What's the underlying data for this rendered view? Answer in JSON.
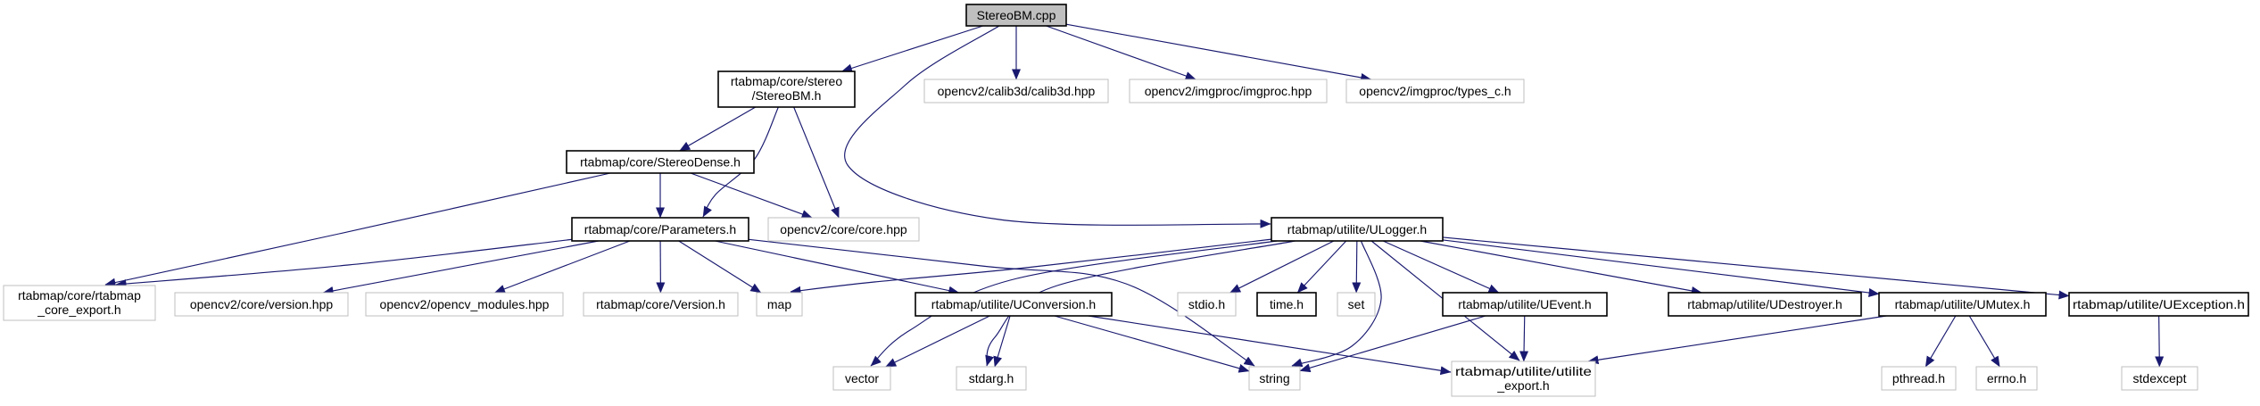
{
  "diagram": {
    "title": "StereoBM.cpp include dependency graph",
    "type": "include-dependency-graph",
    "root": "StereoBM.cpp",
    "colors": {
      "edge": "#191970",
      "root_fill": "#bfbfbf",
      "internal_border": "#000000",
      "leaf_border": "#bfbfbf",
      "background": "#ffffff",
      "text": "#000000"
    },
    "nodes": [
      {
        "id": "stereobm-cpp",
        "lines": [
          "StereoBM.cpp"
        ],
        "kind": "root"
      },
      {
        "id": "stereobm-h",
        "lines": [
          "rtabmap/core/stereo",
          "/StereoBM.h"
        ],
        "kind": "internal"
      },
      {
        "id": "calib3d",
        "lines": [
          "opencv2/calib3d/calib3d.hpp"
        ],
        "kind": "leaf"
      },
      {
        "id": "imgproc",
        "lines": [
          "opencv2/imgproc/imgproc.hpp"
        ],
        "kind": "leaf"
      },
      {
        "id": "types-c",
        "lines": [
          "opencv2/imgproc/types_c.h"
        ],
        "kind": "leaf"
      },
      {
        "id": "stereodense",
        "lines": [
          "rtabmap/core/StereoDense.h"
        ],
        "kind": "internal"
      },
      {
        "id": "parameters",
        "lines": [
          "rtabmap/core/Parameters.h"
        ],
        "kind": "internal"
      },
      {
        "id": "core-hpp",
        "lines": [
          "opencv2/core/core.hpp"
        ],
        "kind": "leaf"
      },
      {
        "id": "ulogger",
        "lines": [
          "rtabmap/utilite/ULogger.h"
        ],
        "kind": "internal"
      },
      {
        "id": "core-export",
        "lines": [
          "rtabmap/core/rtabmap",
          "_core_export.h"
        ],
        "kind": "leaf"
      },
      {
        "id": "version-hpp",
        "lines": [
          "opencv2/core/version.hpp"
        ],
        "kind": "leaf"
      },
      {
        "id": "opencv-modules",
        "lines": [
          "opencv2/opencv_modules.hpp"
        ],
        "kind": "leaf"
      },
      {
        "id": "version-h",
        "lines": [
          "rtabmap/core/Version.h"
        ],
        "kind": "leaf"
      },
      {
        "id": "map",
        "lines": [
          "map"
        ],
        "kind": "leaf"
      },
      {
        "id": "uconversion",
        "lines": [
          "rtabmap/utilite/UConversion.h"
        ],
        "kind": "internal"
      },
      {
        "id": "stdio",
        "lines": [
          "stdio.h"
        ],
        "kind": "leaf"
      },
      {
        "id": "time",
        "lines": [
          "time.h"
        ],
        "kind": "internal"
      },
      {
        "id": "set",
        "lines": [
          "set"
        ],
        "kind": "leaf"
      },
      {
        "id": "uevent",
        "lines": [
          "rtabmap/utilite/UEvent.h"
        ],
        "kind": "internal"
      },
      {
        "id": "udestroyer",
        "lines": [
          "rtabmap/utilite/UDestroyer.h"
        ],
        "kind": "internal"
      },
      {
        "id": "umutex",
        "lines": [
          "rtabmap/utilite/UMutex.h"
        ],
        "kind": "internal"
      },
      {
        "id": "uexception",
        "lines": [
          "rtabmap/utilite/UException.h"
        ],
        "kind": "internal"
      },
      {
        "id": "vector",
        "lines": [
          "vector"
        ],
        "kind": "leaf"
      },
      {
        "id": "stdarg",
        "lines": [
          "stdarg.h"
        ],
        "kind": "leaf"
      },
      {
        "id": "string",
        "lines": [
          "string"
        ],
        "kind": "leaf"
      },
      {
        "id": "utilite-export",
        "lines": [
          "rtabmap/utilite/utilite",
          "_export.h"
        ],
        "kind": "leaf"
      },
      {
        "id": "pthread",
        "lines": [
          "pthread.h"
        ],
        "kind": "leaf"
      },
      {
        "id": "errno",
        "lines": [
          "errno.h"
        ],
        "kind": "leaf"
      },
      {
        "id": "stdexcept",
        "lines": [
          "stdexcept"
        ],
        "kind": "leaf"
      }
    ],
    "edges": [
      {
        "from": "stereobm-cpp",
        "to": "stereobm-h"
      },
      {
        "from": "stereobm-cpp",
        "to": "calib3d"
      },
      {
        "from": "stereobm-cpp",
        "to": "imgproc"
      },
      {
        "from": "stereobm-cpp",
        "to": "types-c"
      },
      {
        "from": "stereobm-cpp",
        "to": "ulogger"
      },
      {
        "from": "stereobm-h",
        "to": "stereodense"
      },
      {
        "from": "stereobm-h",
        "to": "parameters"
      },
      {
        "from": "stereobm-h",
        "to": "core-hpp"
      },
      {
        "from": "stereodense",
        "to": "core-export"
      },
      {
        "from": "stereodense",
        "to": "parameters"
      },
      {
        "from": "stereodense",
        "to": "core-hpp"
      },
      {
        "from": "parameters",
        "to": "core-export"
      },
      {
        "from": "parameters",
        "to": "version-hpp"
      },
      {
        "from": "parameters",
        "to": "opencv-modules"
      },
      {
        "from": "parameters",
        "to": "version-h"
      },
      {
        "from": "parameters",
        "to": "map"
      },
      {
        "from": "parameters",
        "to": "uconversion"
      },
      {
        "from": "parameters",
        "to": "string"
      },
      {
        "from": "ulogger",
        "to": "map"
      },
      {
        "from": "ulogger",
        "to": "vector"
      },
      {
        "from": "ulogger",
        "to": "stdarg"
      },
      {
        "from": "ulogger",
        "to": "string"
      },
      {
        "from": "ulogger",
        "to": "stdio"
      },
      {
        "from": "ulogger",
        "to": "time"
      },
      {
        "from": "ulogger",
        "to": "set"
      },
      {
        "from": "ulogger",
        "to": "uevent"
      },
      {
        "from": "ulogger",
        "to": "udestroyer"
      },
      {
        "from": "ulogger",
        "to": "umutex"
      },
      {
        "from": "ulogger",
        "to": "uexception"
      },
      {
        "from": "ulogger",
        "to": "utilite-export"
      },
      {
        "from": "uconversion",
        "to": "vector"
      },
      {
        "from": "uconversion",
        "to": "stdarg"
      },
      {
        "from": "uconversion",
        "to": "string"
      },
      {
        "from": "uconversion",
        "to": "utilite-export"
      },
      {
        "from": "uevent",
        "to": "string"
      },
      {
        "from": "uevent",
        "to": "utilite-export"
      },
      {
        "from": "umutex",
        "to": "pthread"
      },
      {
        "from": "umutex",
        "to": "errno"
      },
      {
        "from": "umutex",
        "to": "utilite-export"
      },
      {
        "from": "uexception",
        "to": "stdexcept"
      }
    ]
  }
}
